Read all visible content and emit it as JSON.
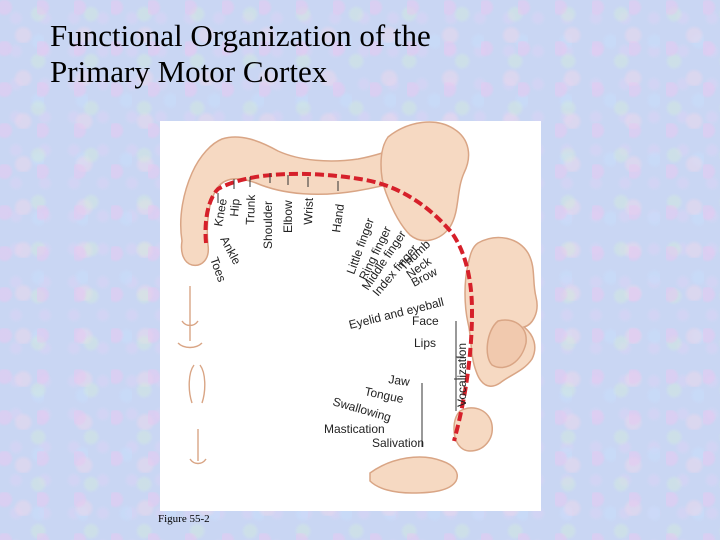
{
  "title": {
    "line1": "Functional Organization of the",
    "line2": "Primary Motor Cortex"
  },
  "figure": {
    "caption": "Figure 55-2",
    "labels": {
      "toes": "Toes",
      "ankle": "Ankle",
      "knee": "Knee",
      "hip": "Hip",
      "trunk": "Trunk",
      "shoulder": "Shoulder",
      "elbow": "Elbow",
      "wrist": "Wrist",
      "hand": "Hand",
      "little_finger": "Little finger",
      "ring_finger": "Ring finger",
      "middle_finger": "Middle finger",
      "index_finger": "Index finger",
      "thumb": "Thumb",
      "neck": "Neck",
      "brow": "Brow",
      "eyelid_eyeball": "Eyelid and eyeball",
      "face": "Face",
      "lips": "Lips",
      "vocalization": "Vocalization",
      "jaw": "Jaw",
      "tongue": "Tongue",
      "swallowing": "Swallowing",
      "mastication": "Mastication",
      "salivation": "Salivation"
    }
  },
  "colors": {
    "skin": "#f6d9c2",
    "skin_outline": "#d9a585",
    "cortex_dash": "#d6202a",
    "slide_background": "#c9d6f3"
  }
}
